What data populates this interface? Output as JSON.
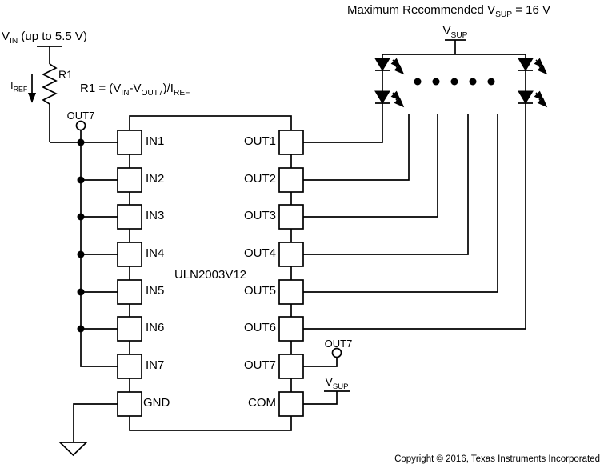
{
  "title": {
    "pre": "Maximum Recommended V",
    "sub": "SUP",
    "post": " = 16 V"
  },
  "source_branch": {
    "vin": {
      "pre": "V",
      "sub": "IN",
      "post": " (up to 5.5 V)"
    },
    "r1_label": "R1",
    "iref": {
      "pre": "I",
      "sub": "REF"
    },
    "formula": {
      "p1": "R1 = (V",
      "s1": "IN",
      "p2": "-V",
      "s2": "OUT7",
      "p3": ")/I",
      "s3": "REF"
    },
    "out7_feedback_label": "OUT7"
  },
  "ic": {
    "name": "ULN2003V12",
    "left_pins": [
      "IN1",
      "IN2",
      "IN3",
      "IN4",
      "IN5",
      "IN6",
      "IN7",
      "GND"
    ],
    "right_pins": [
      "OUT1",
      "OUT2",
      "OUT3",
      "OUT4",
      "OUT5",
      "OUT6",
      "OUT7",
      "COM"
    ]
  },
  "terminals": {
    "out7": "OUT7",
    "vsup": {
      "pre": "V",
      "sub": "SUP"
    }
  },
  "led_array": {
    "strings_drawn": 2,
    "leds_per_string": 2,
    "ellipsis_dots": 5
  },
  "footer": {
    "copyright": "Copyright © 2016, Texas Instruments Incorporated"
  },
  "colors": {
    "line": "#000000",
    "background": "#ffffff"
  }
}
